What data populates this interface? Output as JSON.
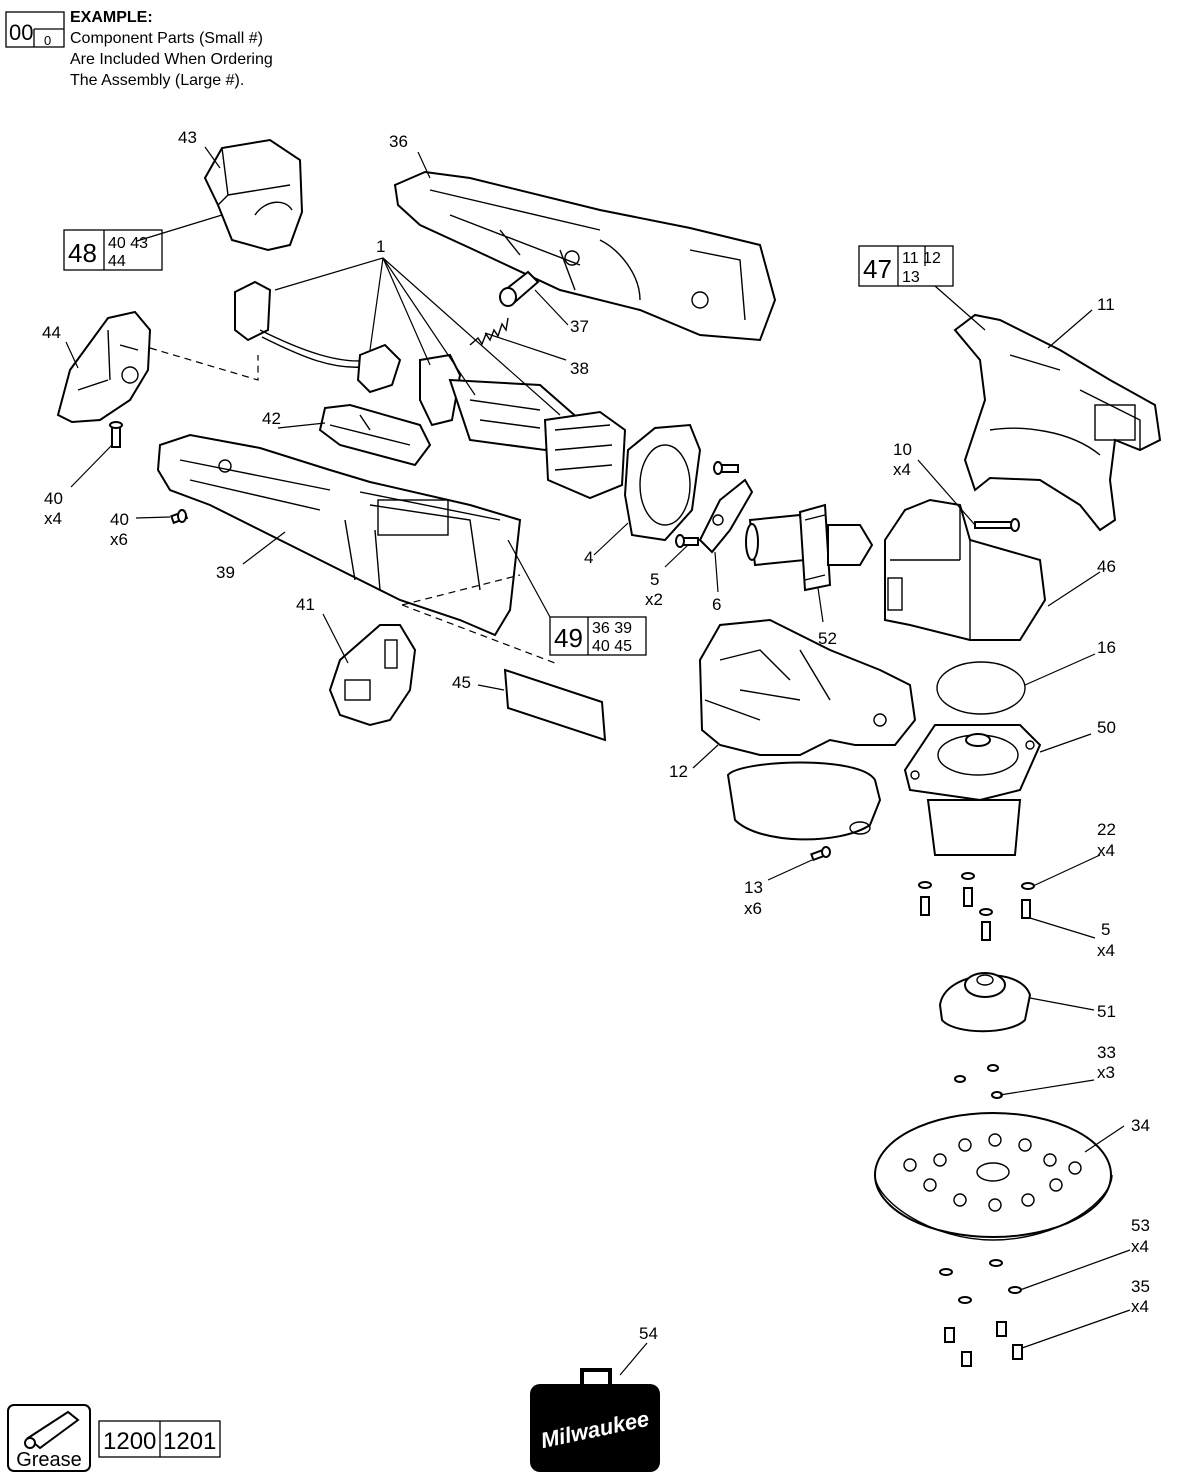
{
  "example": {
    "big": "00",
    "small": "0",
    "title": "EXAMPLE:",
    "line1": "Component Parts (Small #)",
    "line2": "Are Included When Ordering",
    "line3": "The Assembly (Large #)."
  },
  "assemblies": [
    {
      "id": "a48",
      "big": "48",
      "row1": "40 43",
      "row2": "44"
    },
    {
      "id": "a47",
      "big": "47",
      "row1": "11 12",
      "row2": "13"
    },
    {
      "id": "a49",
      "big": "49",
      "row1": "36 39",
      "row2": "40 45"
    }
  ],
  "labels": {
    "p43": "43",
    "p36": "36",
    "p1": "1",
    "p37": "37",
    "p38": "38",
    "p11": "11",
    "p44": "44",
    "p42": "42",
    "p10": "10",
    "p10q": "x4",
    "p40a": "40",
    "p40aq": "x4",
    "p40b": "40",
    "p40bq": "x6",
    "p39": "39",
    "p4": "4",
    "p5a": "5",
    "p5aq": "x2",
    "p6": "6",
    "p52": "52",
    "p46": "46",
    "p41": "41",
    "p45": "45",
    "p16": "16",
    "p50": "50",
    "p12": "12",
    "p22": "22",
    "p22q": "x4",
    "p13": "13",
    "p13q": "x6",
    "p5b": "5",
    "p5bq": "x4",
    "p51": "51",
    "p33": "33",
    "p33q": "x3",
    "p34": "34",
    "p53": "53",
    "p53q": "x4",
    "p35": "35",
    "p35q": "x4",
    "p54": "54"
  },
  "grease": {
    "label": "Grease",
    "codes": [
      "1200",
      "1201"
    ]
  },
  "case_brand": "Milwaukee"
}
